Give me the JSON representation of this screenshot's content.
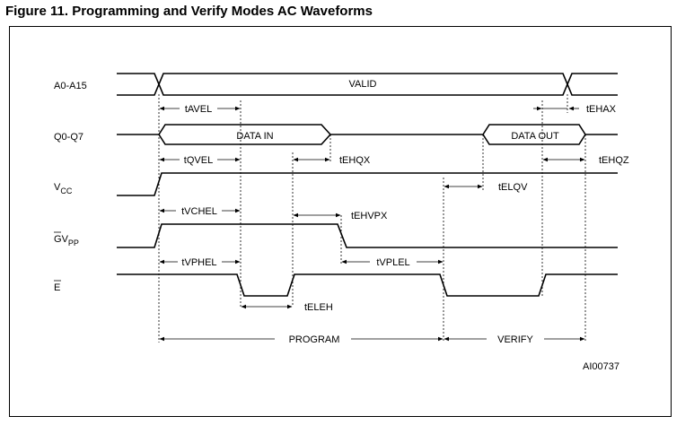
{
  "figure": {
    "title": "Figure 11. Programming and Verify Modes AC Waveforms",
    "code": "AI00737"
  },
  "signals": {
    "address": "A0-A15",
    "data": "Q0-Q7",
    "vcc_main": "V",
    "vcc_sub": "CC",
    "gvpp_bar": "G",
    "gvpp_main": "V",
    "gvpp_sub": "PP",
    "enable": "E"
  },
  "bus_labels": {
    "valid": "VALID",
    "data_in": "DATA IN",
    "data_out": "DATA OUT"
  },
  "timings": {
    "tAVEL": "tAVEL",
    "tEHAX": "tEHAX",
    "tQVEL": "tQVEL",
    "tEHQX": "tEHQX",
    "tEHQZ": "tEHQZ",
    "tELQV": "tELQV",
    "tVCHEL": "tVCHEL",
    "tEHVPX": "tEHVPX",
    "tVPHEL": "tVPHEL",
    "tVPLEL": "tVPLEL",
    "tELEH": "tELEH"
  },
  "phases": {
    "program": "PROGRAM",
    "verify": "VERIFY"
  }
}
